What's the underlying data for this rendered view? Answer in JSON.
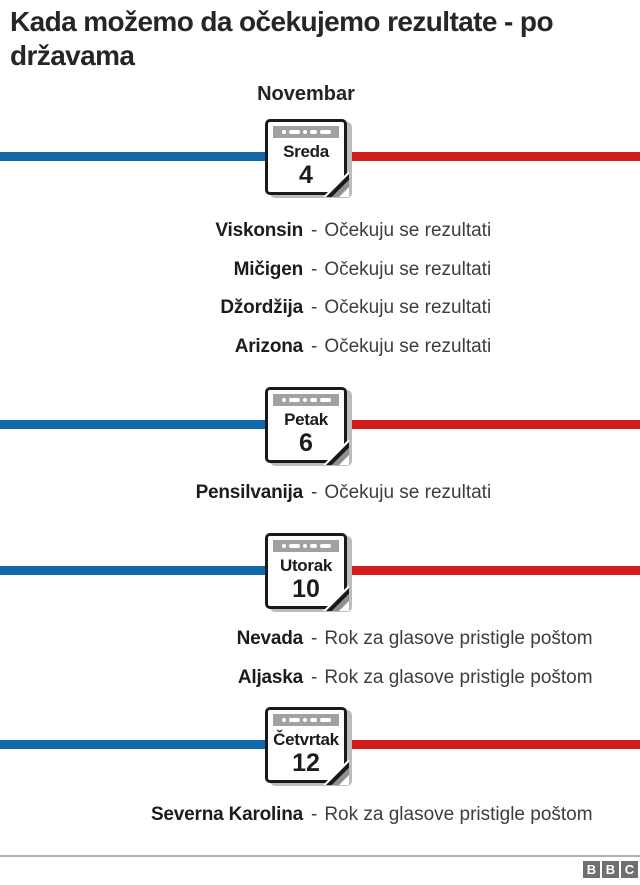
{
  "title": "Kada možemo da očekujemo rezultate - po\ndržavama",
  "month_label": "Novembar",
  "labels": {
    "separator": "-"
  },
  "colors": {
    "timeline_blue": "#1268a8",
    "timeline_red": "#d21c1e",
    "calendar_binding_gray": "#a1a1a1",
    "footer_gray": "#6f6f6f"
  },
  "timeline": [
    {
      "day": "Sreda",
      "date": "4",
      "states": [
        {
          "name": "Viskonsin",
          "status": "Očekuju se rezultati"
        },
        {
          "name": "Mičigen",
          "status": "Očekuju se rezultati"
        },
        {
          "name": "Džordžija",
          "status": "Očekuju se rezultati"
        },
        {
          "name": "Arizona",
          "status": "Očekuju se rezultati"
        }
      ]
    },
    {
      "day": "Petak",
      "date": "6",
      "states": [
        {
          "name": "Pensilvanija",
          "status": "Očekuju se rezultati"
        }
      ]
    },
    {
      "day": "Utorak",
      "date": "10",
      "states": [
        {
          "name": "Nevada",
          "status": "Rok za glasove pristigle poštom"
        },
        {
          "name": "Aljaska",
          "status": "Rok za glasove pristigle poštom"
        }
      ]
    },
    {
      "day": "Četvrtak",
      "date": "12",
      "states": [
        {
          "name": "Severna Karolina",
          "status": "Rok za glasove pristigle poštom"
        }
      ]
    }
  ],
  "footer": {
    "logo_letters": [
      "B",
      "B",
      "C"
    ]
  }
}
